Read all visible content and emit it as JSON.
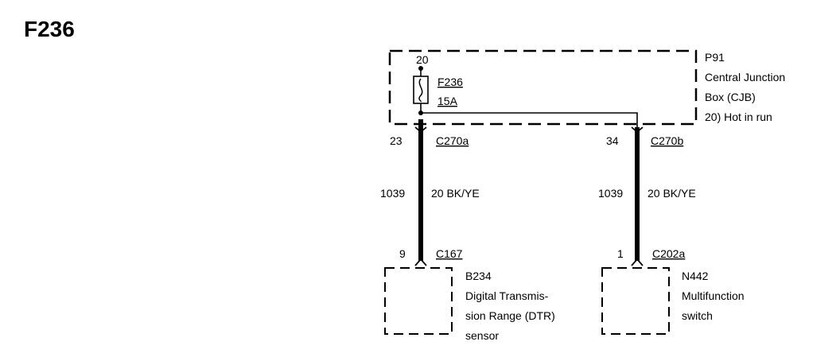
{
  "page": {
    "title": "F236"
  },
  "cjb": {
    "ref": "P91",
    "name_line1": "Central Junction",
    "name_line2": "Box (CJB)",
    "note": "20)  Hot in run"
  },
  "fuse": {
    "pin": "20",
    "name": "F236",
    "rating": "15A"
  },
  "left_circuit": {
    "top_pin": "23",
    "top_connector": "C270a",
    "circuit": "1039",
    "wire": "20 BK/YE",
    "bottom_pin": "9",
    "bottom_connector": "C167"
  },
  "right_circuit": {
    "top_pin": "34",
    "top_connector": "C270b",
    "circuit": "1039",
    "wire": "20 BK/YE",
    "bottom_pin": "1",
    "bottom_connector": "C202a"
  },
  "component_left": {
    "ref": "B234",
    "line1": "Digital Transmis-",
    "line2": "sion Range (DTR)",
    "line3": "sensor"
  },
  "component_right": {
    "ref": "N442",
    "line1": "Multifunction",
    "line2": "switch"
  }
}
